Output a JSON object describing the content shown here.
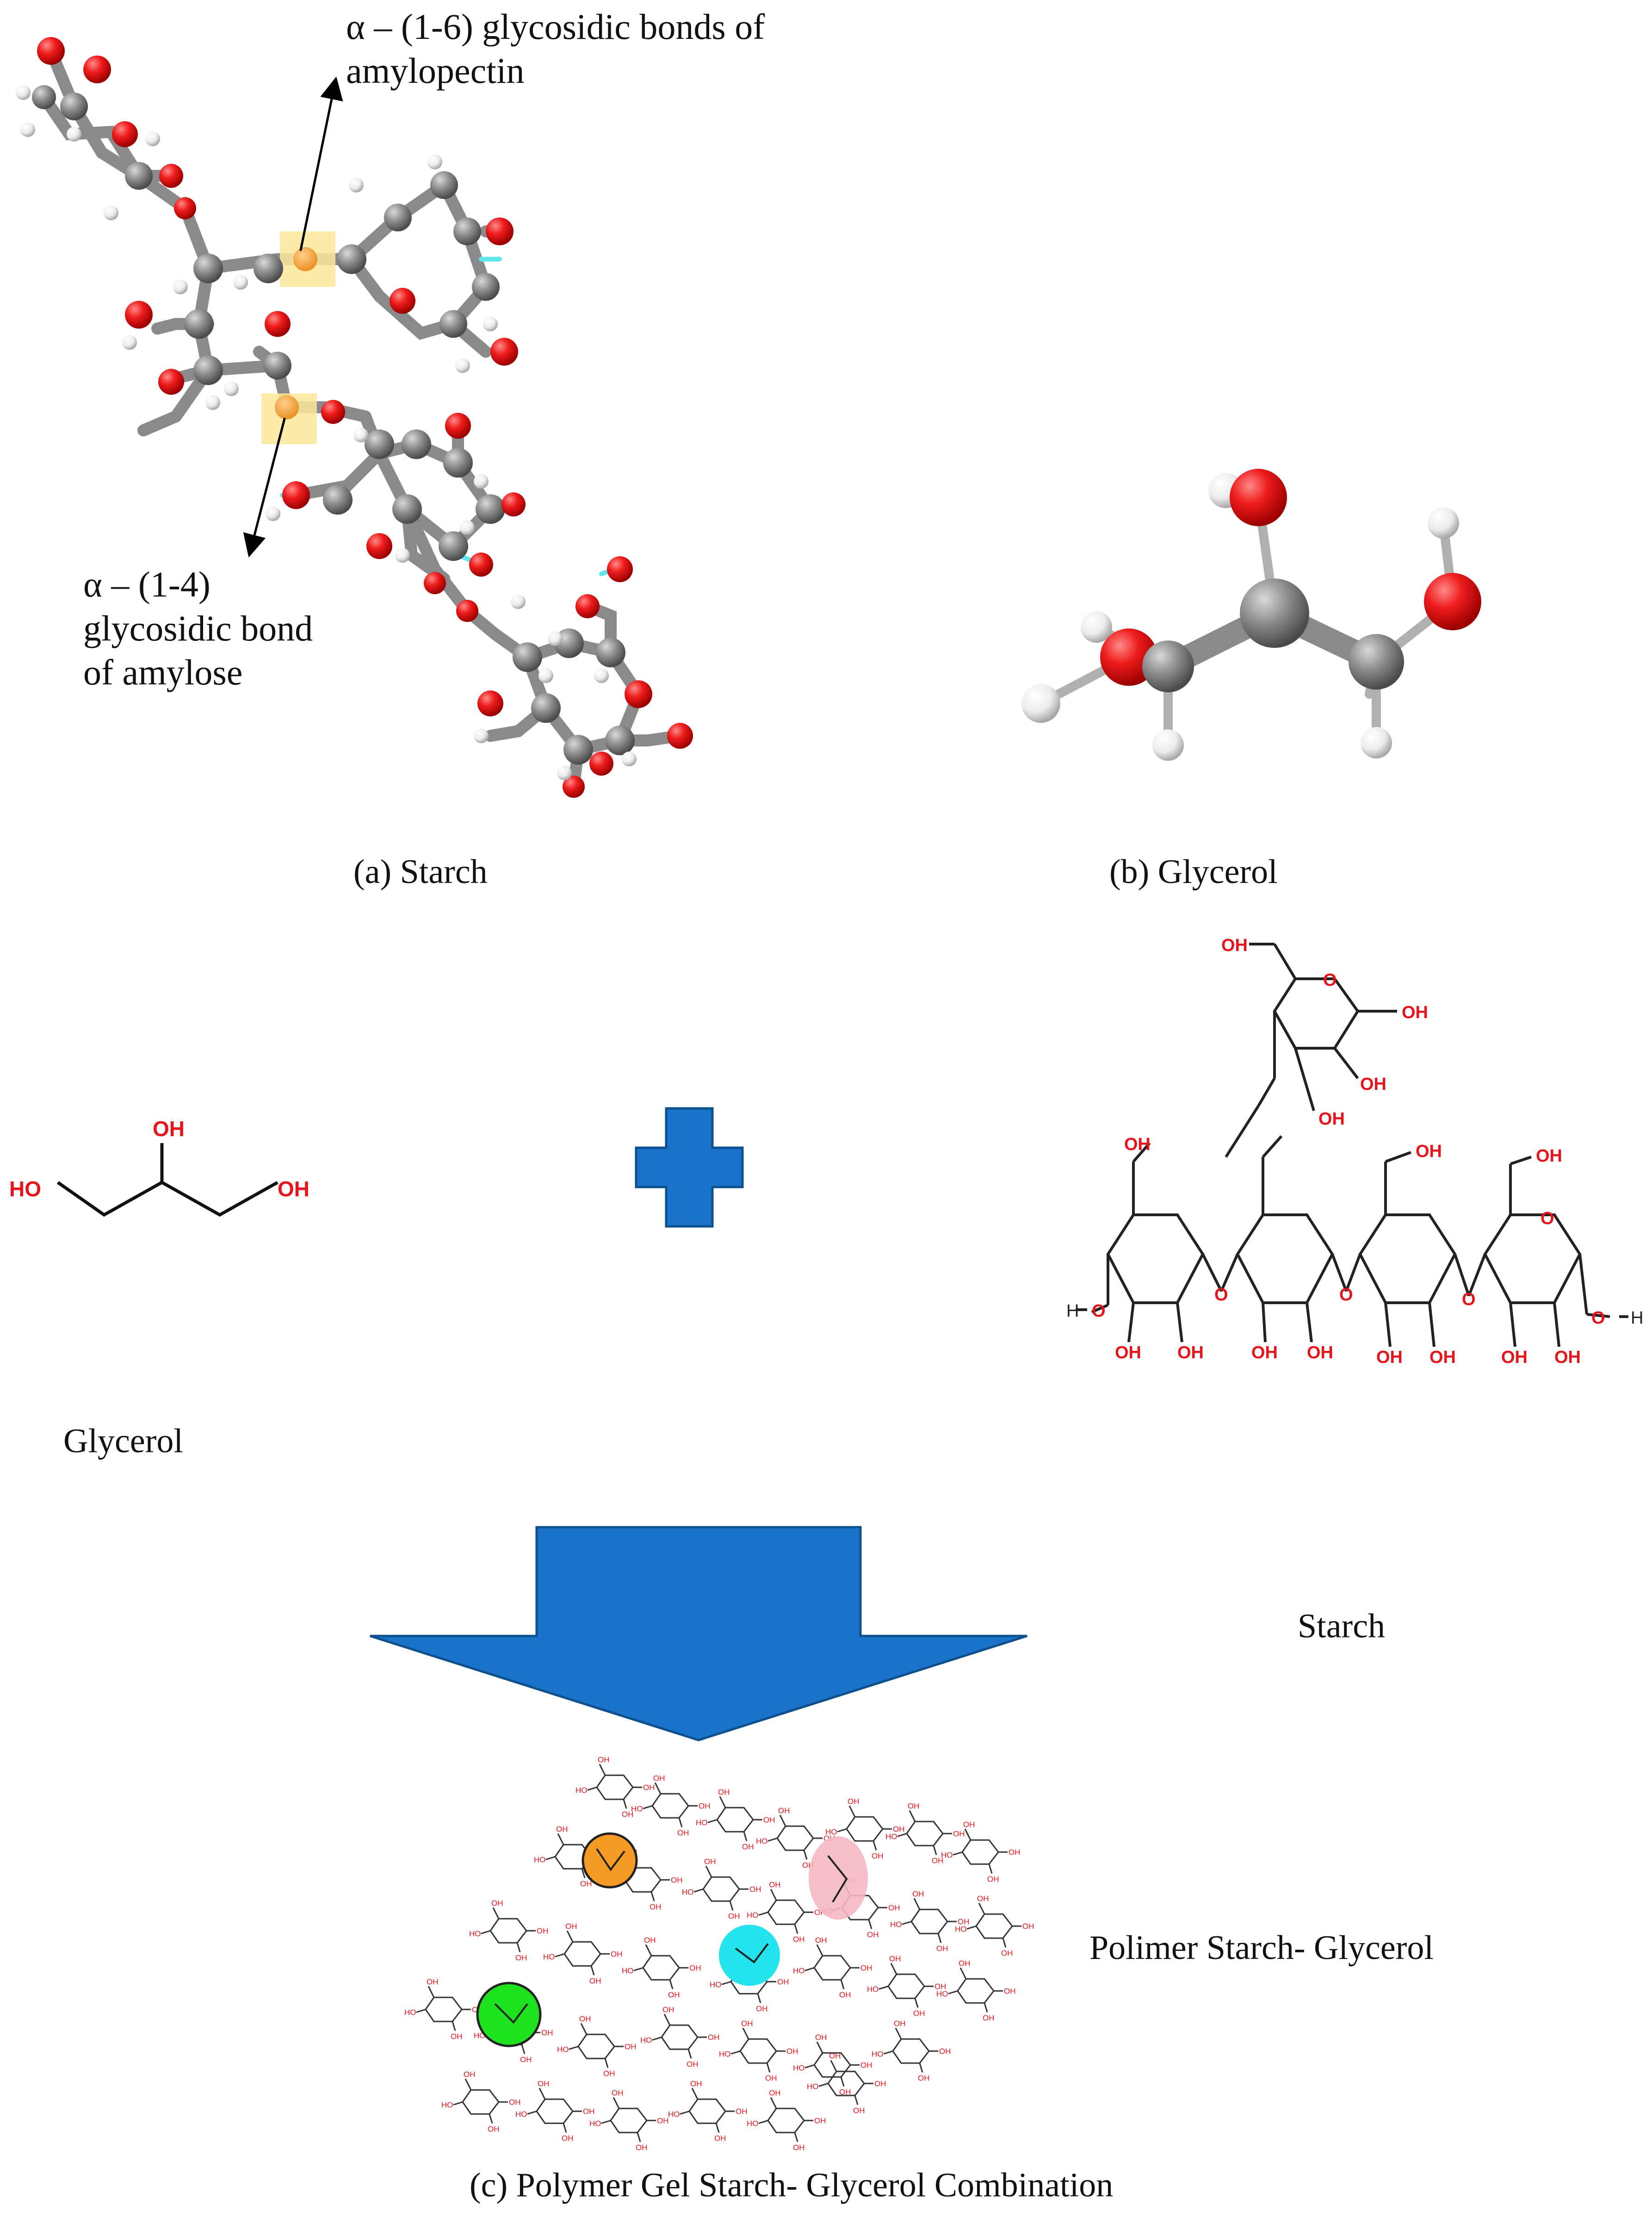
{
  "annotations": {
    "a16": "α – (1-6) glycosidic bonds of amylopectin",
    "a14": "α – (1-4) glycosidic bond of amylose"
  },
  "captions": {
    "a": "(a) Starch",
    "b": "(b) Glycerol",
    "glycerol": "Glycerol",
    "starch": "Starch",
    "polymer": "Polimer Starch- Glycerol",
    "c": "(c) Polymer Gel Starch- Glycerol Combination"
  },
  "glycerol_structure": {
    "oh_top": "OH",
    "oh_left": "HO",
    "oh_right": "OH"
  },
  "starch_structure": {
    "oh": "OH",
    "o": "O",
    "h": "H",
    "ring_oxygen": "O"
  },
  "colors": {
    "oxygen": "#e8141b",
    "carbon": "#7a7a7a",
    "hydrogen": "#e6e6e6",
    "arrow": "#1a73c9",
    "highlight": "#fbe79a",
    "marker_orange": "#f59a23",
    "marker_pink": "#f4b8c4",
    "marker_cyan": "#23e3ee",
    "marker_green": "#1ee21e"
  }
}
